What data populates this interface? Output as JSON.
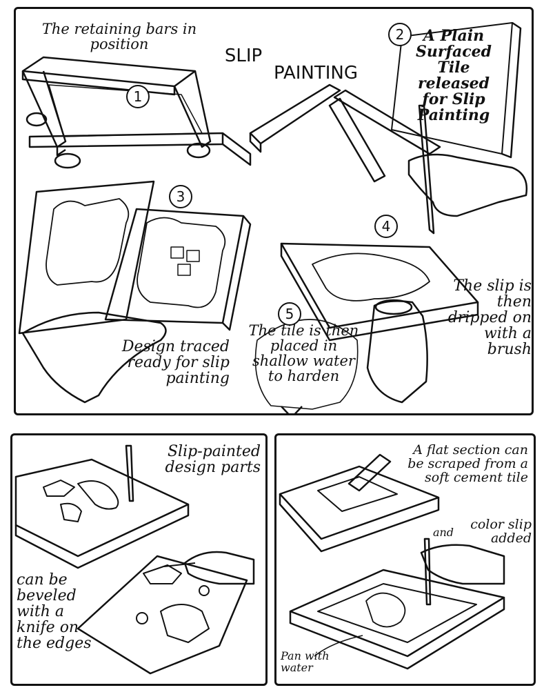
{
  "top_panel": {
    "title_line1": "SLIP",
    "title_line2": "PAINTING",
    "steps": [
      {
        "number": "1",
        "caption": "The retaining bars in position"
      },
      {
        "number": "2",
        "caption": "A Plain Surfaced Tile released for Slip Painting"
      },
      {
        "number": "3",
        "caption": "Design traced ready for slip painting"
      },
      {
        "number": "4",
        "caption": "The slip is then dripped on with a brush"
      },
      {
        "number": "5",
        "caption": "The tile is then placed in shallow water to harden"
      }
    ]
  },
  "bottom_left_panel": {
    "caption_top": "Slip-painted design parts",
    "caption_bottom": "can be beveled with a knife on the edges"
  },
  "bottom_right_panel": {
    "caption_top": "A flat section can be scraped from a soft cement tile",
    "and_label": "and",
    "caption_right": "color slip added",
    "pan_label": "Pan with water"
  }
}
